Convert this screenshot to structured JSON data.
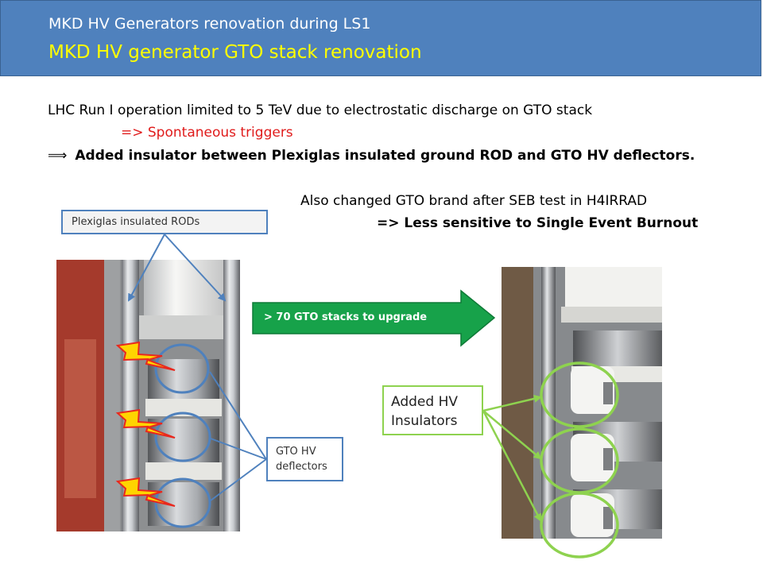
{
  "header": {
    "subtitle": "MKD HV Generators renovation during LS1",
    "title": "MKD HV generator GTO stack renovation",
    "bg_color": "#4f81bd",
    "title_color": "#ffff00"
  },
  "body": {
    "line1": "LHC Run I operation limited to 5 TeV due to electrostatic discharge on GTO stack",
    "line2": "=> Spontaneous triggers",
    "line3_arrow": "⟹",
    "line3": "Added insulator between Plexiglas insulated ground ROD and GTO HV deflectors.",
    "line4": "Also changed GTO brand after SEB test in H4IRRAD",
    "line5": "=> Less sensitive to Single Event Burnout"
  },
  "callouts": {
    "rods": "Plexiglas insulated RODs",
    "gto_line1": "GTO HV",
    "gto_line2": "deflectors",
    "hv_line1": "Added HV",
    "hv_line2": "Insulators"
  },
  "big_arrow": {
    "label": "> 70 GTO stacks to upgrade",
    "color": "#17a24a"
  },
  "photos": {
    "left": "photo-gto-stack-before",
    "right": "photo-gto-stack-after"
  }
}
